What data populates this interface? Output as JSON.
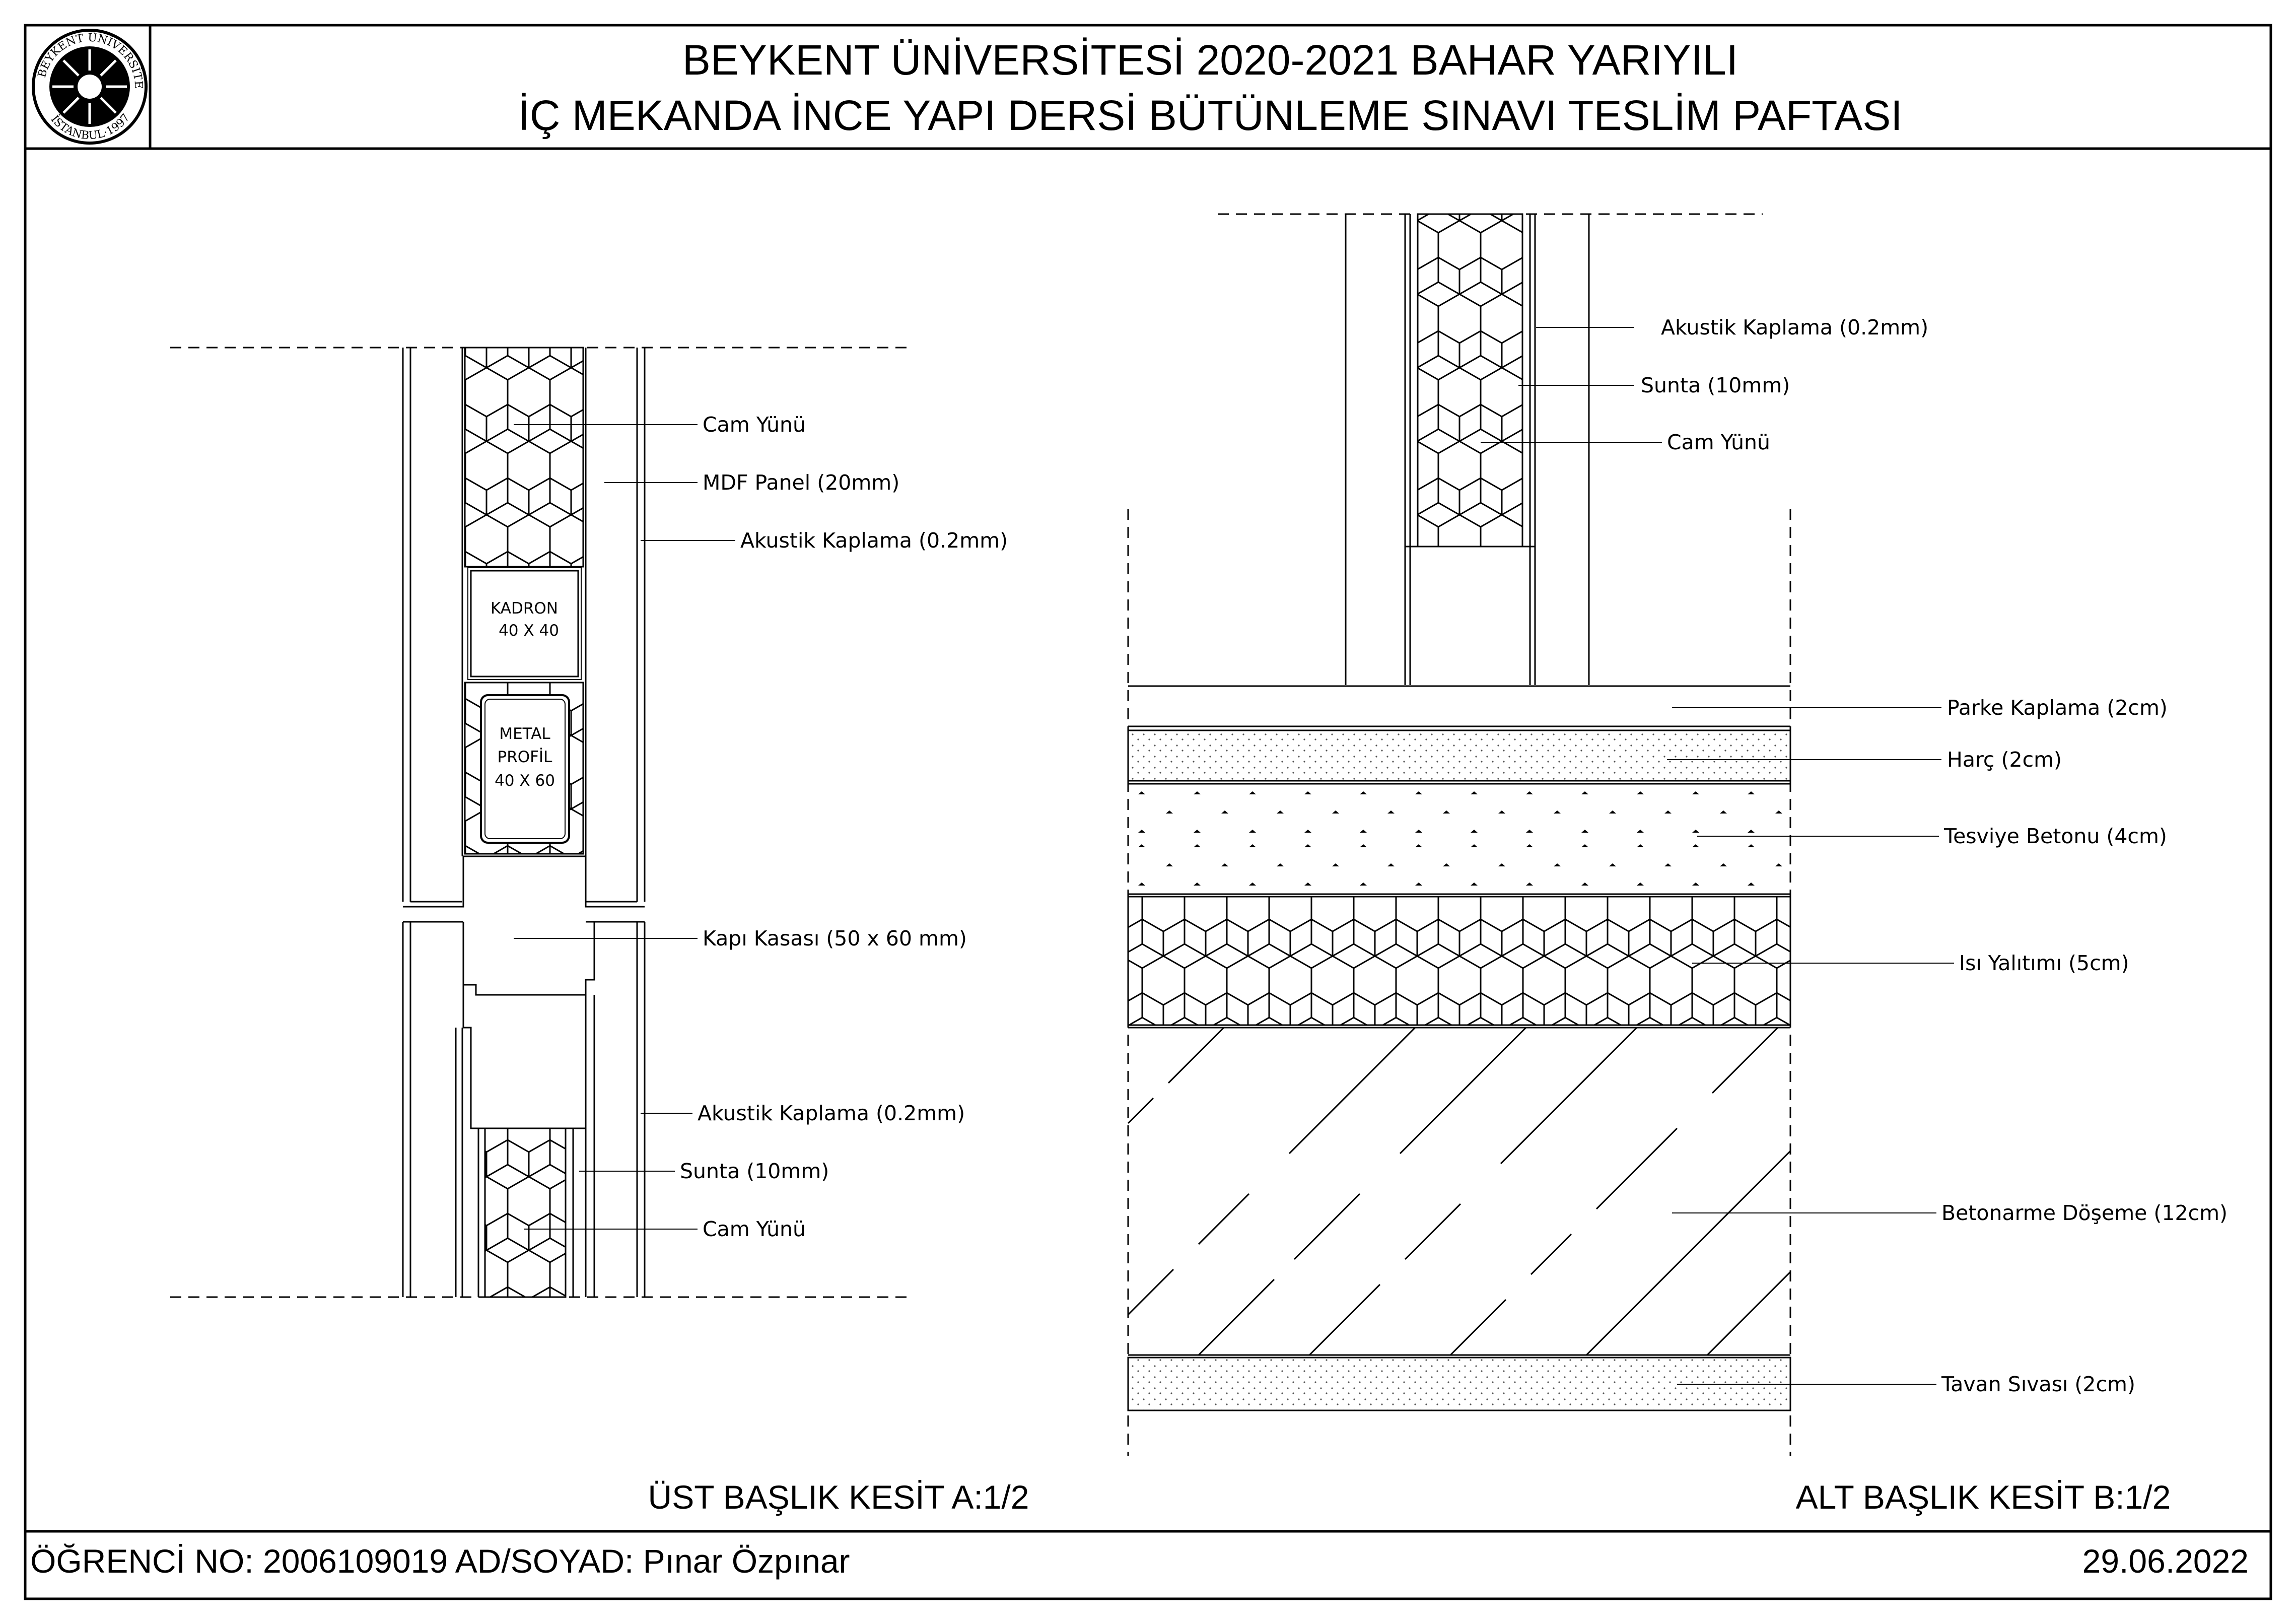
{
  "header": {
    "title_line1": "BEYKENT ÜNİVERSİTESİ 2020-2021 BAHAR YARIYILI",
    "title_line2": "İÇ MEKANDA İNCE YAPI DERSİ BÜTÜNLEME SINAVI TESLİM PAFTASI",
    "logo_text_top": "BEYKENT ÜNİVERSİTESİ",
    "logo_text_bottom": "İSTANBUL·1997"
  },
  "section_a": {
    "caption": "ÜST BAŞLIK KESİT A:1/2",
    "labels": {
      "cam_yunu_top": "Cam Yünü",
      "mdf_panel": "MDF Panel (20mm)",
      "akustik_top": "Akustik Kaplama (0.2mm)",
      "kadron_line1": "KADRON",
      "kadron_line2": "40 X 40",
      "metal_line1": "METAL",
      "metal_line2": "PROFİL",
      "metal_line3": "40 X 60",
      "kapi_kasasi": "Kapı Kasası (50 x 60 mm)",
      "akustik_bottom": "Akustik Kaplama (0.2mm)",
      "sunta_bottom": "Sunta (10mm)",
      "cam_yunu_bottom": "Cam Yünü"
    }
  },
  "section_b": {
    "caption": "ALT BAŞLIK KESİT B:1/2",
    "labels": {
      "akustik": "Akustik Kaplama (0.2mm)",
      "sunta": "Sunta (10mm)",
      "cam_yunu": "Cam Yünü",
      "parke": "Parke Kaplama (2cm)",
      "harc": "Harç (2cm)",
      "tesviye": "Tesviye Betonu (4cm)",
      "isi": "Isı Yalıtımı (5cm)",
      "betonarme": "Betonarme Döşeme (12cm)",
      "tavan": "Tavan Sıvası (2cm)"
    }
  },
  "footer": {
    "student": "ÖĞRENCİ NO: 2006109019   AD/SOYAD: Pınar Özpınar",
    "date": "29.06.2022"
  }
}
